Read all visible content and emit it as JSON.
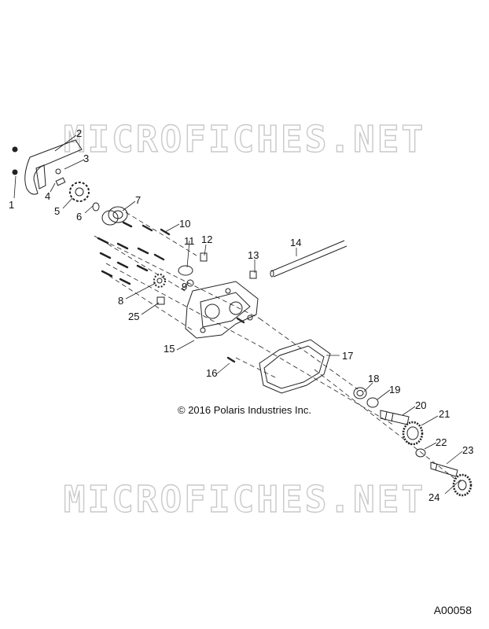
{
  "watermark": "MICROFICHES.NET",
  "copyright": "© 2016 Polaris Industries Inc.",
  "drawing_code": "A00058",
  "callouts": [
    "1",
    "2",
    "3",
    "4",
    "5",
    "6",
    "7",
    "8",
    "9",
    "10",
    "11",
    "12",
    "13",
    "14",
    "15",
    "16",
    "17",
    "18",
    "19",
    "20",
    "21",
    "22",
    "23",
    "24",
    "25"
  ]
}
